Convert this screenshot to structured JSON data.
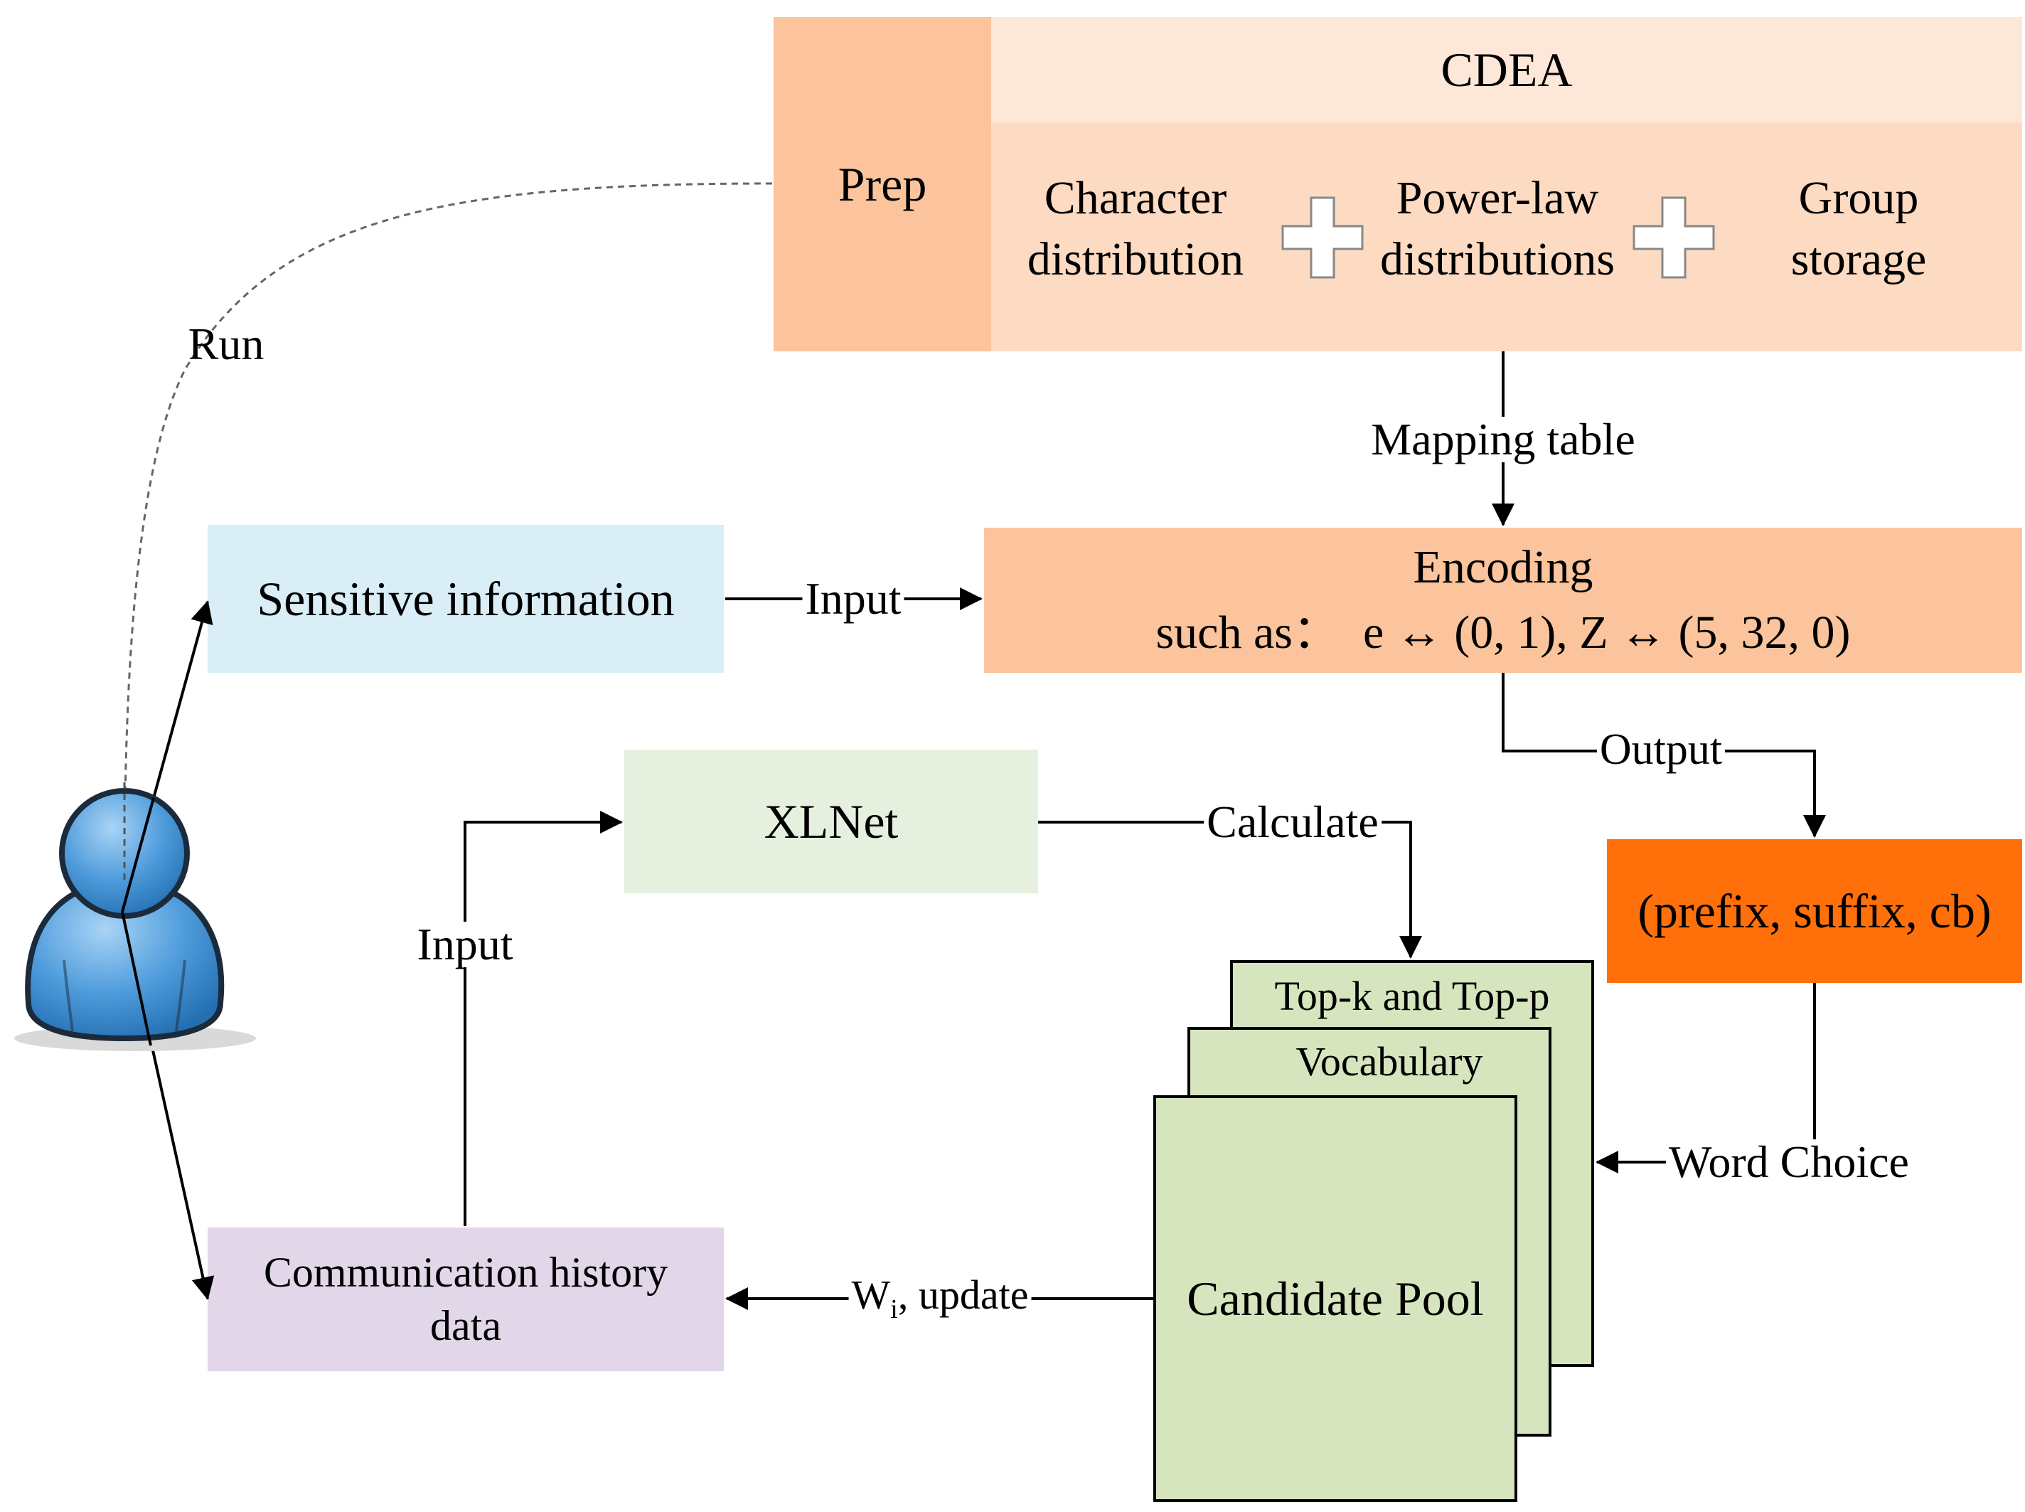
{
  "colors": {
    "prep": "#fbc49c",
    "cdea_header": "#fde7d8",
    "cdea_body": "#fddac2",
    "encoding": "#fbc49c",
    "output_box": "#ff6f0a",
    "sensitive": "#d9eef6",
    "communication": "#e1d7e8",
    "xlnet": "#e6f0de",
    "pool": "#d6e5bd"
  },
  "icons": {
    "user": "user-icon",
    "plus": "plus-icon"
  },
  "cdea": {
    "title": "CDEA",
    "prep": "Prep",
    "items": [
      {
        "line1": "Character",
        "line2": "distribution"
      },
      {
        "line1": "Power-law",
        "line2": "distributions"
      },
      {
        "line1": "Group",
        "line2": "storage"
      }
    ]
  },
  "labels": {
    "run": "Run",
    "mapping_table": "Mapping table",
    "input_sensitive": "Input",
    "output": "Output",
    "calculate": "Calculate",
    "input_history": "Input",
    "word_choice": "Word Choice",
    "wi_update_w": "W",
    "wi_update_sub": "i",
    "wi_update_rest": ", update"
  },
  "nodes": {
    "sensitive": "Sensitive information",
    "encoding_title": "Encoding",
    "encoding_example": "such as：  e ↔ (0, 1), Z ↔ (5, 32, 0)",
    "xlnet": "XLNet",
    "output_tuple": "(prefix, suffix, cb)",
    "communication_line1": "Communication history",
    "communication_line2": "data",
    "pool_back": "Top-k and Top-p",
    "pool_middle": "Vocabulary",
    "pool_front": "Candidate Pool"
  }
}
